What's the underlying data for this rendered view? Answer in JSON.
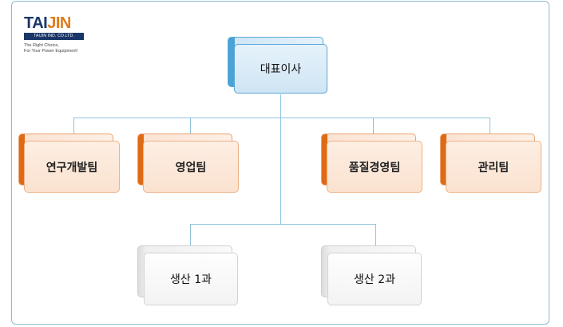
{
  "logo": {
    "brand_part1": "TAI",
    "brand_part2": "JIN",
    "company": "TAIJIN IND. CO.LTD.",
    "tagline_line1": "The Right Choice,",
    "tagline_line2": "For Your Power Equipment!"
  },
  "colors": {
    "border": "#8fb9d3",
    "connector": "#8ec3dd",
    "ceo_accent": "#4aa3d6",
    "team_accent": "#e06a14",
    "brand_navy": "#1a3668",
    "brand_orange": "#e07b1c"
  },
  "org": {
    "ceo": "대표이사",
    "teams": [
      "연구개발팀",
      "영업팀",
      "품질경영팀",
      "관리팀"
    ],
    "production": [
      "생산 1과",
      "생산 2과"
    ]
  }
}
